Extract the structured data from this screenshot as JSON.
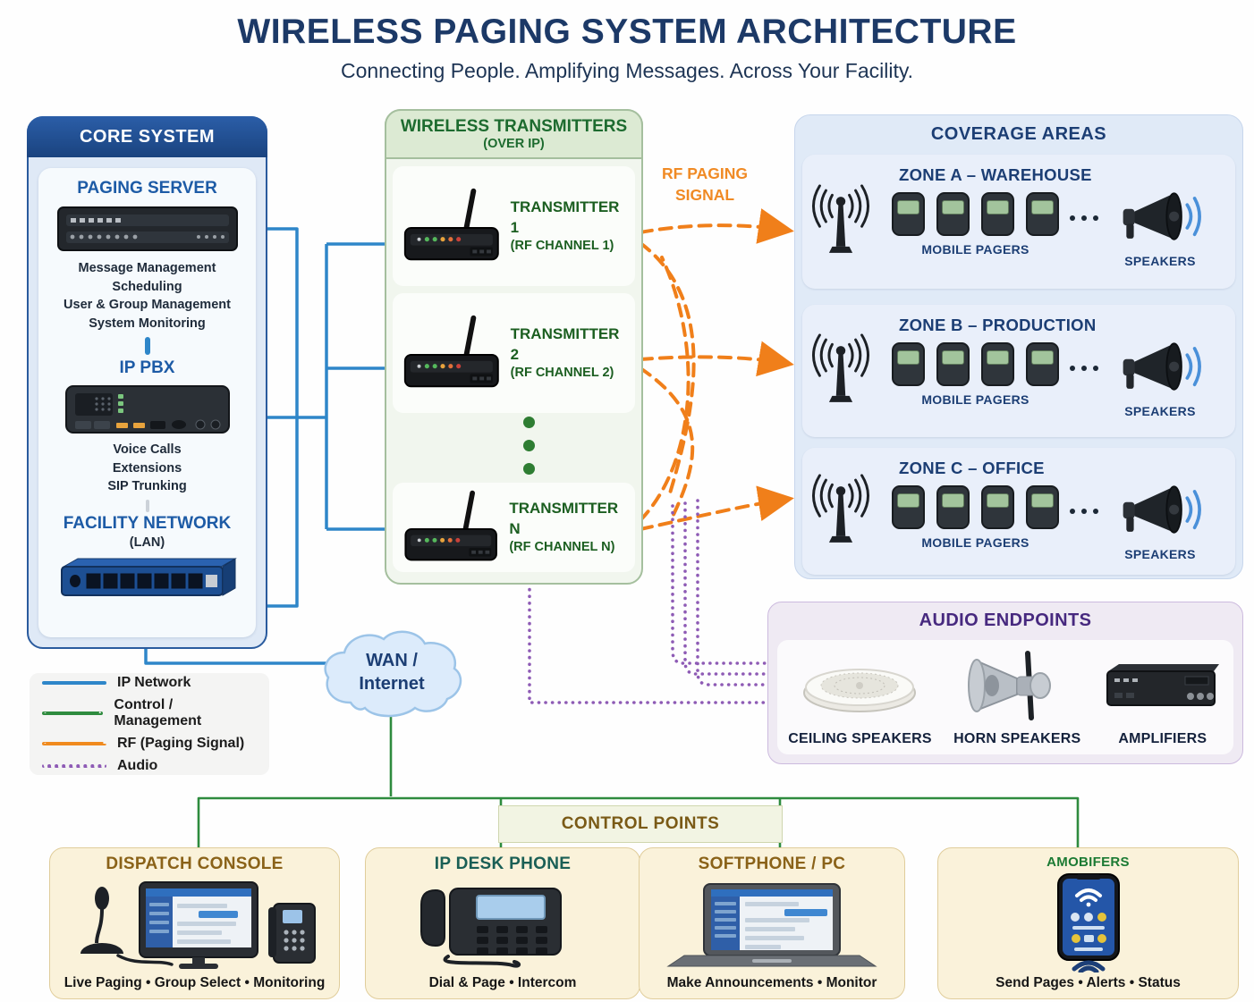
{
  "title": "WIRELESS PAGING SYSTEM ARCHITECTURE",
  "subtitle": "Connecting People. Amplifying Messages. Across Your Facility.",
  "colors": {
    "ip_network": "#2e86c9",
    "control_management": "#2e8b3e",
    "rf_signal": "#f07f1a",
    "audio": "#8e5bb5"
  },
  "core_system": {
    "header": "CORE SYSTEM",
    "paging_server": {
      "title": "PAGING SERVER",
      "features": [
        "Message Management",
        "Scheduling",
        "User & Group Management",
        "System Monitoring"
      ]
    },
    "ip_pbx": {
      "title": "IP PBX",
      "features": [
        "Voice Calls",
        "Extensions",
        "SIP Trunking"
      ]
    },
    "facility_network": {
      "title": "FACILITY NETWORK",
      "subtitle": "(LAN)"
    }
  },
  "wireless_transmitters": {
    "header": "WIRELESS TRANSMITTERS",
    "subheader": "(OVER IP)",
    "items": [
      {
        "name": "TRANSMITTER 1",
        "channel": "(RF CHANNEL 1)"
      },
      {
        "name": "TRANSMITTER 2",
        "channel": "(RF CHANNEL 2)"
      },
      {
        "name": "TRANSMITTER N",
        "channel": "(RF CHANNEL N)"
      }
    ]
  },
  "rf_signal_label": {
    "line1": "RF PAGING",
    "line2": "SIGNAL"
  },
  "coverage_areas": {
    "header": "COVERAGE AREAS",
    "zones": [
      {
        "title": "ZONE A – WAREHOUSE",
        "pagers_label": "MOBILE PAGERS",
        "speakers_label": "SPEAKERS"
      },
      {
        "title": "ZONE B – PRODUCTION",
        "pagers_label": "MOBILE PAGERS",
        "speakers_label": "SPEAKERS"
      },
      {
        "title": "ZONE C – OFFICE",
        "pagers_label": "MOBILE PAGERS",
        "speakers_label": "SPEAKERS"
      }
    ]
  },
  "audio_endpoints": {
    "header": "AUDIO ENDPOINTS",
    "items": [
      {
        "label": "CEILING SPEAKERS"
      },
      {
        "label": "HORN SPEAKERS"
      },
      {
        "label": "AMPLIFIERS"
      }
    ]
  },
  "legend": {
    "items": [
      {
        "label": "IP Network"
      },
      {
        "label": "Control / Management"
      },
      {
        "label": "RF (Paging Signal)"
      },
      {
        "label": "Audio"
      }
    ]
  },
  "wan_cloud": {
    "line1": "WAN /",
    "line2": "Internet"
  },
  "control_points": {
    "header": "CONTROL POINTS",
    "cards": [
      {
        "title": "DISPATCH CONSOLE",
        "caption": "Live Paging • Group Select • Monitoring"
      },
      {
        "title": "IP DESK PHONE",
        "caption": "Dial & Page • Intercom"
      },
      {
        "title": "SOFTPHONE / PC",
        "caption": "Make Announcements • Monitor"
      },
      {
        "title": "AMOBIFERS",
        "caption": "Send Pages • Alerts • Status"
      }
    ]
  }
}
